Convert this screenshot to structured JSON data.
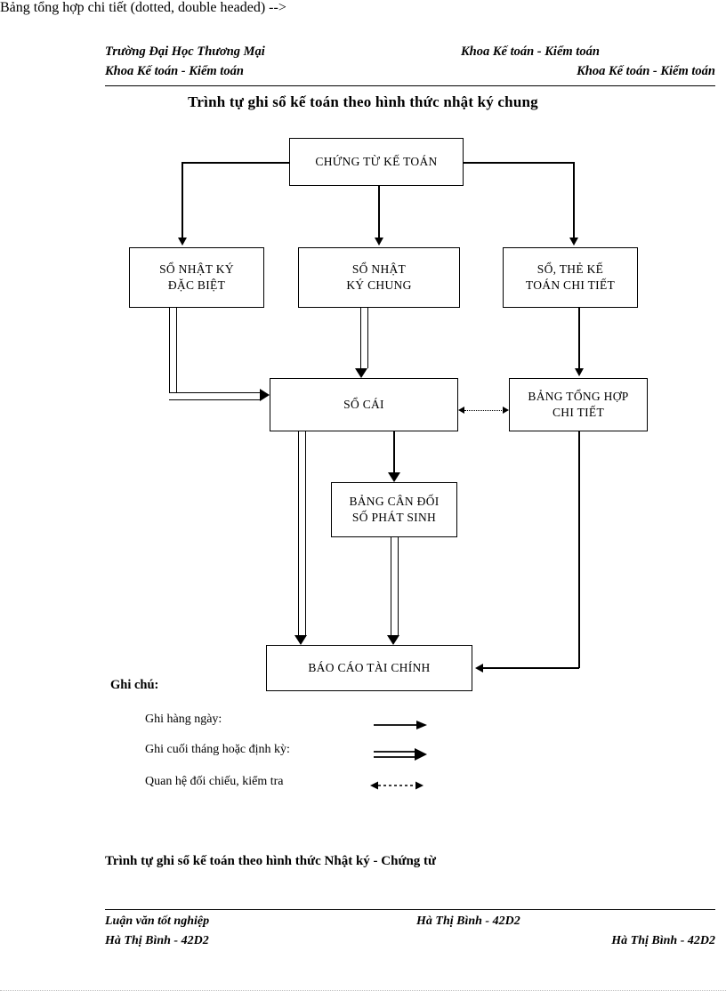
{
  "header": {
    "line1_left": "Trường Đại Học Thương Mại",
    "line1_right": "Khoa Kế toán - Kiểm toán",
    "line2_left": "Khoa Kế toán - Kiểm toán",
    "line2_right": "Khoa Kế toán - Kiểm toán"
  },
  "title": "Trình tự ghi sổ kế toán theo hình thức nhật ký chung",
  "diagram": {
    "nodes": {
      "chung_tu": "CHỨNG TỪ  KẾ TOÁN",
      "nhat_ky_dac_biet_l1": "SỔ NHẬT KÝ",
      "nhat_ky_dac_biet_l2": "ĐẶC BIỆT",
      "nhat_ky_chung_l1": "SỔ NHẬT",
      "nhat_ky_chung_l2": "KÝ CHUNG",
      "so_the_l1": "SỔ, THẺ KẾ",
      "so_the_l2": "TOÁN CHI TIẾT",
      "so_cai": "SỔ CÁI",
      "bang_tong_hop_l1": "BẢNG TỔNG HỢP",
      "bang_tong_hop_l2": "CHI TIẾT",
      "bang_can_doi_l1": "BẢNG CÂN ĐỐI",
      "bang_can_doi_l2": "SỐ PHÁT SINH",
      "bao_cao": "BÁO CÁO TÀI CHÍNH"
    }
  },
  "legend": {
    "title": "Ghi chú:",
    "items": [
      {
        "label": "Ghi hàng ngày:",
        "symbol": "thin-arrow-right"
      },
      {
        "label": "Ghi cuối tháng hoặc định kỳ:",
        "symbol": "double-arrow-right"
      },
      {
        "label": "Quan hệ đối chiếu, kiểm tra",
        "symbol": "dotted-double-head-arrow"
      }
    ]
  },
  "caption": "Trình tự ghi sổ kế toán theo hình thức Nhật ký - Chứng từ",
  "footer": {
    "line1_left": "Luận văn tốt nghiệp",
    "line1_right": "Hà Thị Bình - 42D2",
    "line2_left": "Hà Thị Bình - 42D2",
    "line2_right": "Hà Thị Bình - 42D2"
  }
}
